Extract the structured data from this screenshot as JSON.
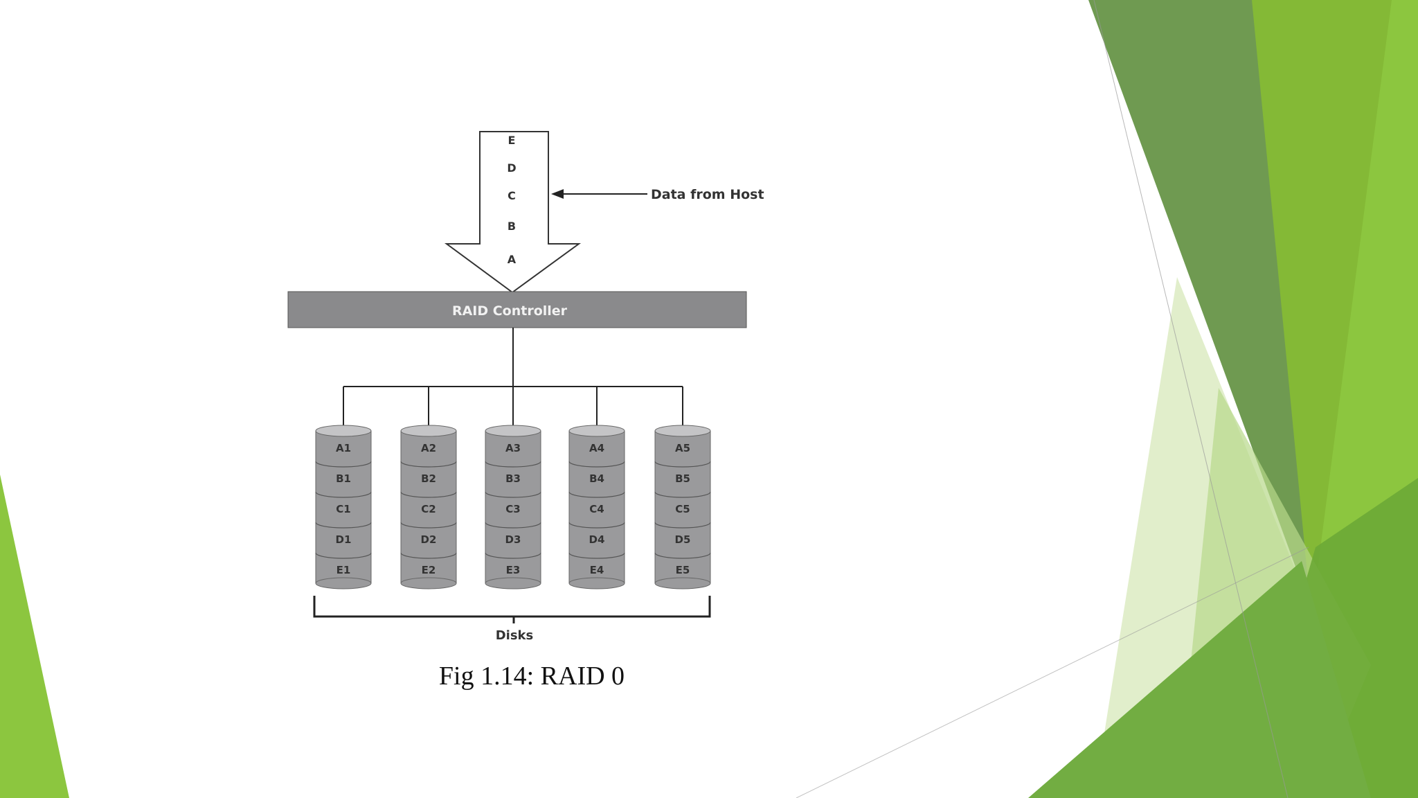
{
  "diagram": {
    "stream_letters": [
      "E",
      "D",
      "C",
      "B",
      "A"
    ],
    "host_label": "Data from Host",
    "controller_label": "RAID Controller",
    "disks_label": "Disks",
    "disks": [
      [
        "A1",
        "B1",
        "C1",
        "D1",
        "E1"
      ],
      [
        "A2",
        "B2",
        "C2",
        "D2",
        "E2"
      ],
      [
        "A3",
        "B3",
        "C3",
        "D3",
        "E3"
      ],
      [
        "A4",
        "B4",
        "C4",
        "D4",
        "E4"
      ],
      [
        "A5",
        "B5",
        "C5",
        "D5",
        "E5"
      ]
    ]
  },
  "caption": "Fig 1.14: RAID 0",
  "theme": {
    "accent_light": "#8cc63f",
    "accent_dark": "#5b8a3c",
    "accent_pale": "#dcebc2",
    "controller_fill": "#8a8a8c",
    "disk_fill": "#9a9a9c"
  }
}
